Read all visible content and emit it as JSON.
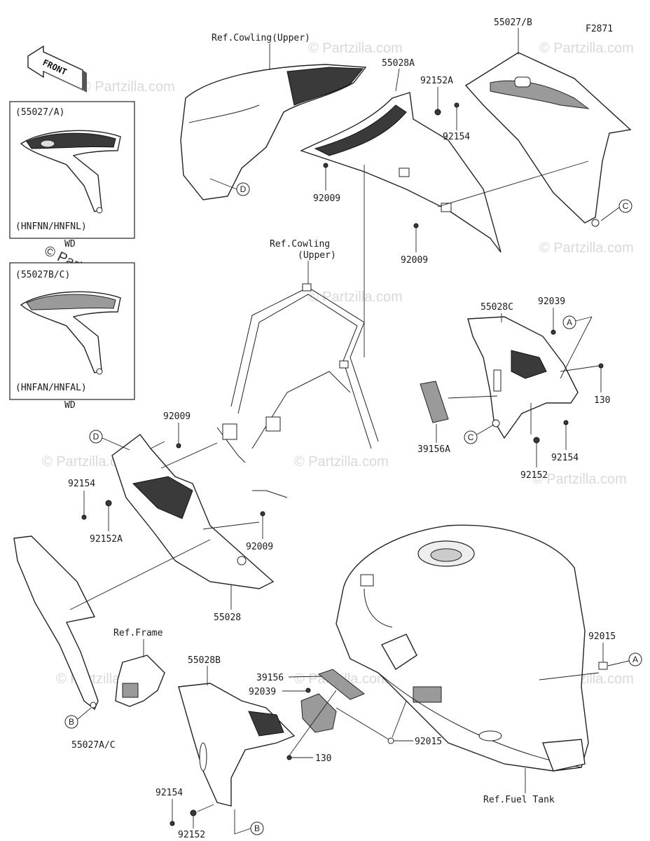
{
  "figure_code": "F2871",
  "front_arrow": "FRONT",
  "copyright": "© Partzilla.com",
  "watermark": "© Partzilla.com",
  "inset_a": {
    "code": "(55027/A)",
    "variant": "(HNFNN/HNFNL)",
    "wd": "WD"
  },
  "inset_b": {
    "code": "(55027B/C)",
    "variant": "(HNFAN/HNFAL)",
    "wd": "WD"
  },
  "labels": {
    "ref_cowling_upper_1": "Ref.Cowling(Upper)",
    "ref_cowling_upper_2a": "Ref.Cowling",
    "ref_cowling_upper_2b": "(Upper)",
    "ref_frame": "Ref.Frame",
    "ref_fuel_tank": "Ref.Fuel Tank",
    "p55027b": "55027/B",
    "p55028a": "55028A",
    "p92152a_top": "92152A",
    "p92154_top": "92154",
    "p92009_a": "92009",
    "p92009_b": "92009",
    "p92009_c": "92009",
    "p92009_d": "92009",
    "p55028c": "55028C",
    "p92039_r": "92039",
    "p130_r": "130",
    "p39156a": "39156A",
    "p92154_r": "92154",
    "p92152_r": "92152",
    "p92154_l": "92154",
    "p92152a_l": "92152A",
    "p55028": "55028",
    "p55027ac": "55027A/C",
    "p55028b": "55028B",
    "p39156": "39156",
    "p92039_b": "92039",
    "p130_b": "130",
    "p92015_r": "92015",
    "p92015_b": "92015",
    "p92154_b": "92154",
    "p92152_b": "92152"
  },
  "callouts": {
    "a1": "A",
    "a2": "A",
    "b1": "B",
    "b2": "B",
    "c1": "C",
    "c2": "C",
    "d1": "D",
    "d2": "D"
  }
}
